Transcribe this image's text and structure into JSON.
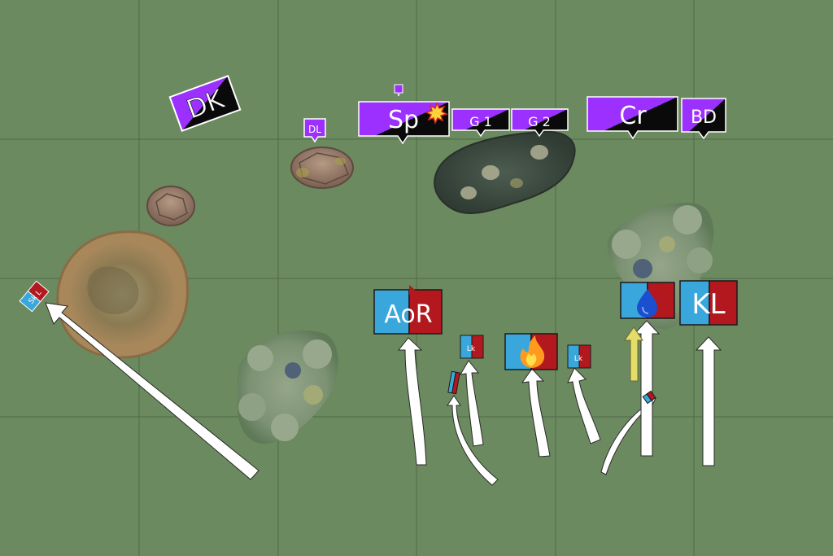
{
  "board": {
    "background": "#6b8a5f",
    "grid_color": "#4f6a49"
  },
  "colors": {
    "enemy_purple": "#9b30ff",
    "enemy_black": "#0a0a0a",
    "friendly_blue": "#3aa7dc",
    "friendly_red": "#b3181e",
    "arrow_white": "#ffffff",
    "arrow_yellow": "#e5dd6a"
  },
  "enemy_units": {
    "dk": {
      "label": "DK"
    },
    "dl": {
      "label": "DL"
    },
    "sp": {
      "label": "Sp",
      "icon": "explosion-icon"
    },
    "g1": {
      "label": "G 1"
    },
    "g2": {
      "label": "G 2"
    },
    "cr": {
      "label": "Cr"
    },
    "bd": {
      "label": "BD"
    }
  },
  "friendly_units": {
    "aor": {
      "label": "AoR"
    },
    "kl": {
      "label": "KL"
    },
    "sk": {
      "label": "Sk L"
    },
    "lk1": {
      "label": "Lk"
    },
    "lk2": {
      "label": "Lk"
    },
    "fire_unit": {
      "icon": "fire-icon"
    },
    "water_unit": {
      "icon": "water-drop-icon"
    }
  },
  "terrain": [
    "hill-large",
    "rock-small",
    "rock-medium",
    "forest-center",
    "forest-right",
    "rocky-outcrop"
  ]
}
